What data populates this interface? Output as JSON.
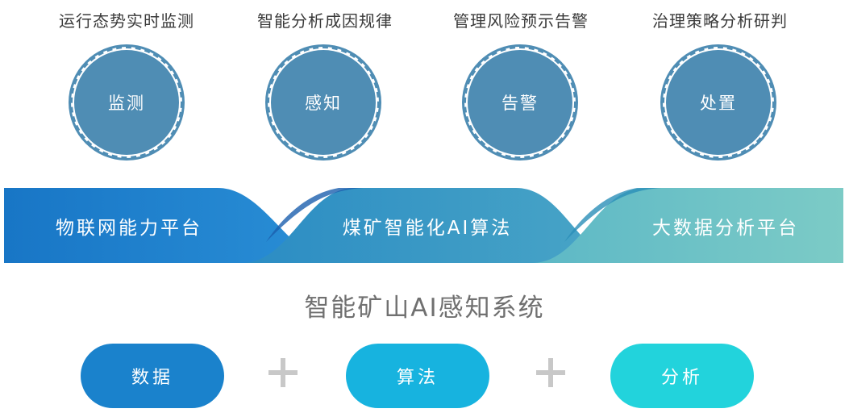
{
  "top_items": [
    {
      "caption": "运行态势实时监测",
      "circle": "监测"
    },
    {
      "caption": "智能分析成因规律",
      "circle": "感知"
    },
    {
      "caption": "管理风险预示告警",
      "circle": "告警"
    },
    {
      "caption": "治理策略分析研判",
      "circle": "处置"
    }
  ],
  "bands": [
    {
      "label": "物联网能力平台",
      "color": "#1a7bc9"
    },
    {
      "label": "煤矿智能化AI算法",
      "color": "#3a9bc4"
    },
    {
      "label": "大数据分析平台",
      "color": "#72c3c3"
    }
  ],
  "system_title": "智能矿山AI感知系统",
  "bottom_pills": [
    {
      "label": "数据",
      "color": "#1a82cc"
    },
    {
      "label": "算法",
      "color": "#17b3df"
    },
    {
      "label": "分析",
      "color": "#22d3dc"
    }
  ],
  "colors": {
    "circle": "#4f8db4",
    "plus": "#c8c8c8",
    "title_text": "#707070"
  }
}
